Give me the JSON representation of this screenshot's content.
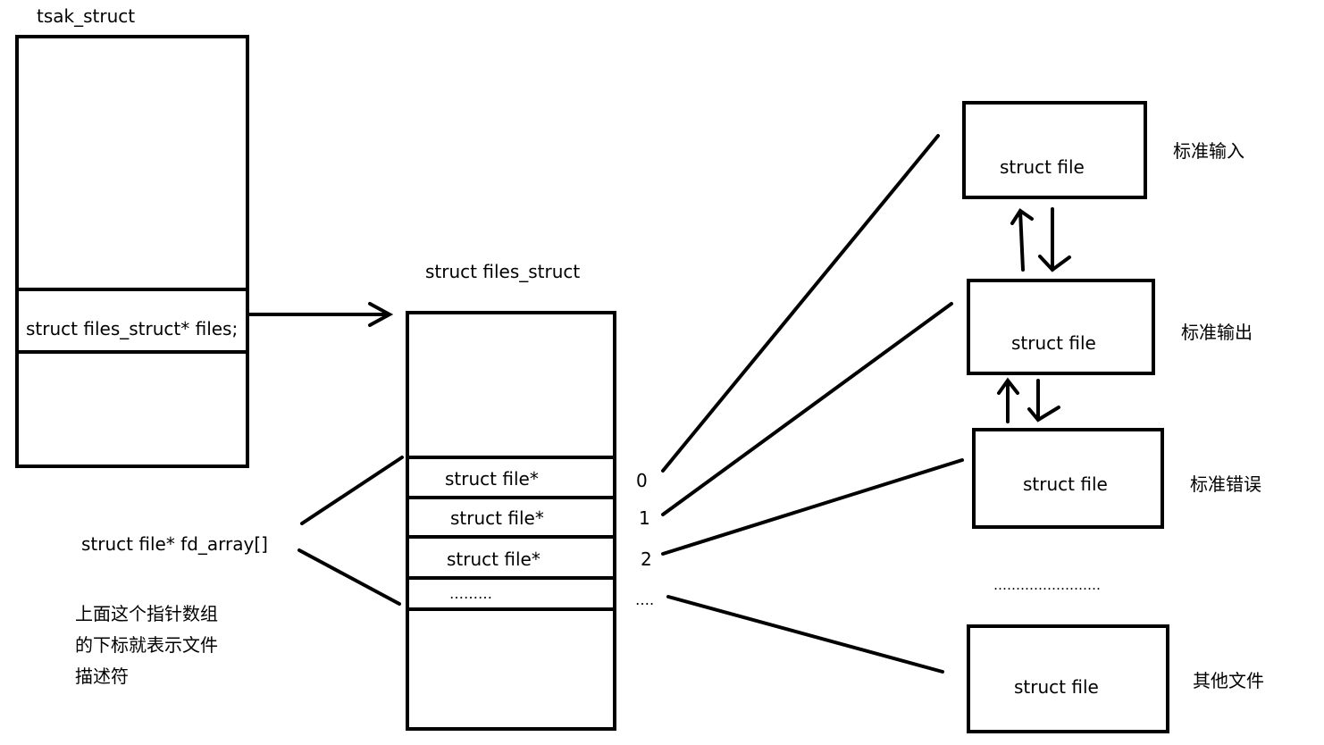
{
  "task_struct": {
    "title": "tsak_struct",
    "files_field": "struct files_struct* files;"
  },
  "files_struct": {
    "title": "struct files_struct",
    "slots": [
      {
        "label": "struct file*",
        "index": "0"
      },
      {
        "label": "struct file*",
        "index": "1"
      },
      {
        "label": "struct file*",
        "index": "2"
      },
      {
        "label": "………",
        "index": "…."
      }
    ]
  },
  "fd_array": {
    "label": "struct file* fd_array[]",
    "note": "上面这个指针数组\n的下标就表示文件\n描述符"
  },
  "files": [
    {
      "box_label": "struct file",
      "desc": "标准输入"
    },
    {
      "box_label": "struct file",
      "desc": "标准输出"
    },
    {
      "box_label": "struct file",
      "desc": "标准错误"
    },
    {
      "box_label": "struct file",
      "desc": "其他文件"
    }
  ],
  "ellipsis": "……………………"
}
